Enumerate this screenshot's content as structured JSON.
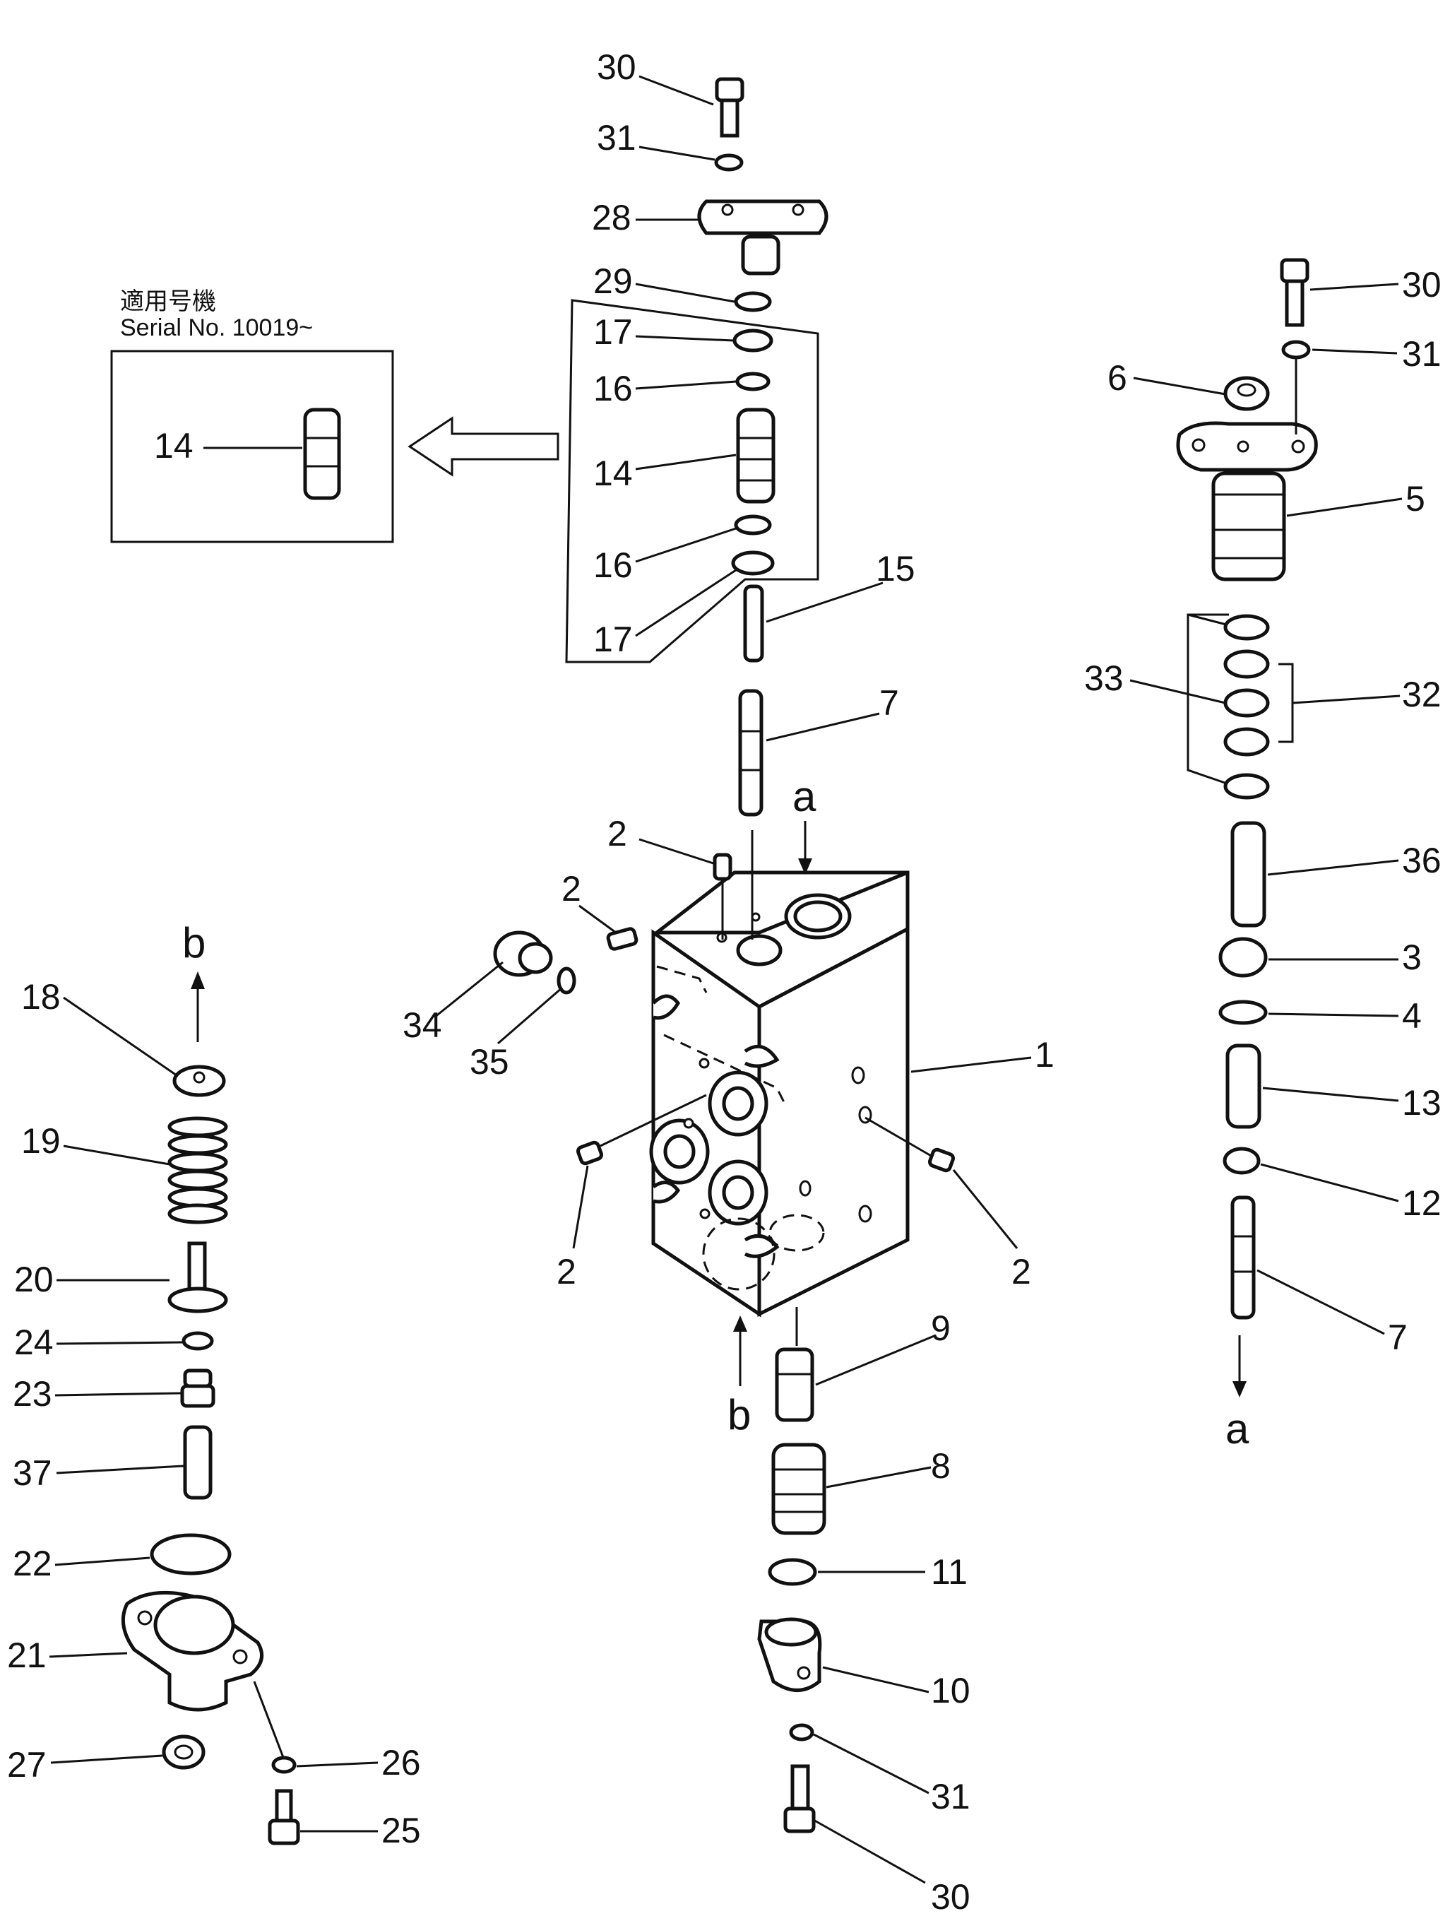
{
  "inset": {
    "applicability_label": "適用号機",
    "serial_label": "Serial No. 10019~",
    "part_label": "14"
  },
  "callouts": {
    "c30_top": "30",
    "c31_top": "31",
    "c28": "28",
    "c29": "29",
    "c17_a": "17",
    "c16_a": "16",
    "c14": "14",
    "c16_b": "16",
    "c17_b": "17",
    "c15": "15",
    "c7_mid": "7",
    "c2_top": "2",
    "c2_left_top": "2",
    "c34": "34",
    "c35": "35",
    "c1": "1",
    "c2_left_bot": "2",
    "c2_right_bot": "2",
    "c9": "9",
    "c8": "8",
    "c11": "11",
    "c10": "10",
    "c31_bot": "31",
    "c30_bot": "30",
    "c18": "18",
    "c19": "19",
    "c20": "20",
    "c24": "24",
    "c23": "23",
    "c37": "37",
    "c22": "22",
    "c21": "21",
    "c27": "27",
    "c26": "26",
    "c25": "25",
    "c30_right": "30",
    "c31_right": "31",
    "c6": "6",
    "c5": "5",
    "c33": "33",
    "c32": "32",
    "c36": "36",
    "c3": "3",
    "c4": "4",
    "c13": "13",
    "c12": "12",
    "c7_right": "7"
  },
  "flow_marks": {
    "a_top": "a",
    "a_bottom": "a",
    "b_top": "b",
    "b_bottom": "b"
  }
}
